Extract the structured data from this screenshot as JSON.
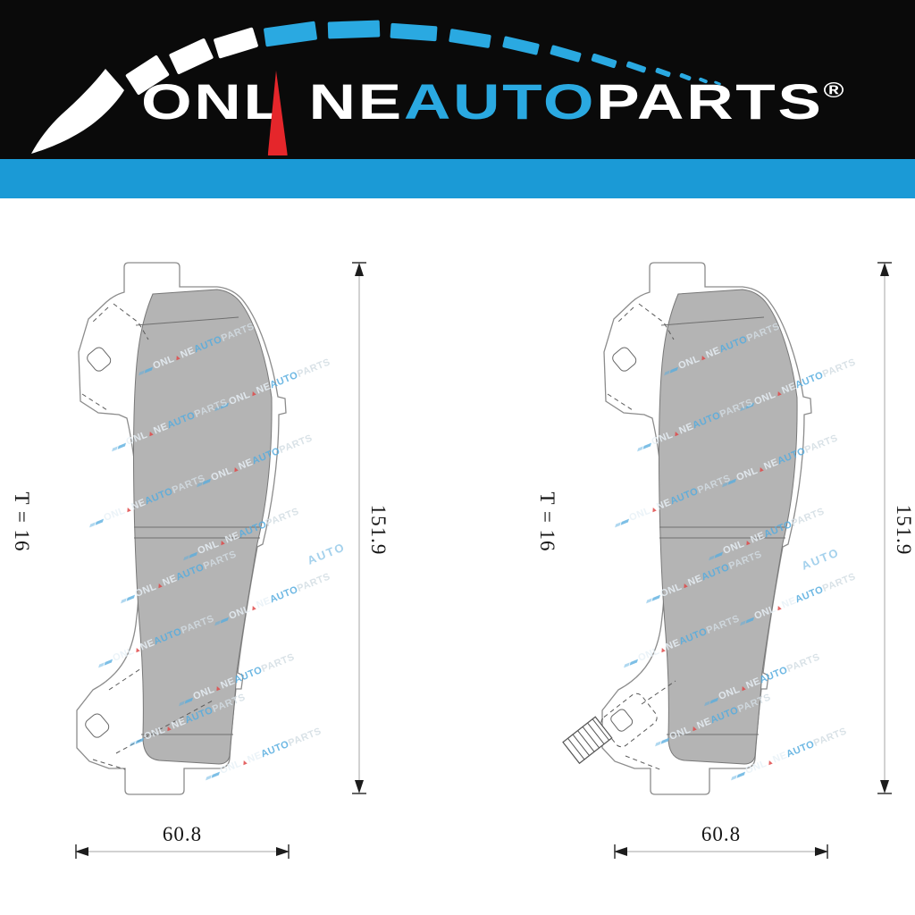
{
  "brand": {
    "part1": "ONL",
    "part2": "NE",
    "part3": "AUTO",
    "part4": "PARTS",
    "registered": "®"
  },
  "colors": {
    "accent_blue": "#2aa9e1",
    "bar_blue": "#1b9ad6",
    "banner_black": "#0a0a0a",
    "needle_red": "#e5262b",
    "pad_gray": "#b4b4b4",
    "plate_outline": "#8c8c8c",
    "dim_line": "#a6a6a6",
    "dim_text": "#141414",
    "watermark_blue": "#55acdf"
  },
  "drawings": {
    "left": {
      "thickness": "T = 16",
      "height": "151.9",
      "width": "60.8"
    },
    "right": {
      "thickness": "T = 16",
      "height": "151.9",
      "width": "60.8"
    }
  },
  "watermark": {
    "part1": "ONL",
    "needle": "▲",
    "part2": "NE",
    "part3": "AUTO",
    "part4": "PARTS",
    "stray": "AUTO"
  }
}
